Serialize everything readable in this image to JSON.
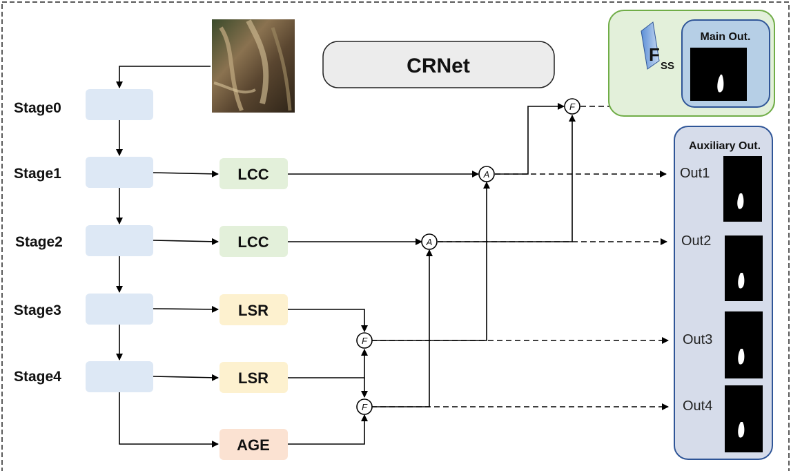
{
  "title": "CRNet",
  "stages": [
    "Stage0",
    "Stage1",
    "Stage2",
    "Stage3",
    "Stage4"
  ],
  "modules": {
    "lcc1": "LCC",
    "lcc2": "LCC",
    "lsr1": "LSR",
    "lsr2": "LSR",
    "age": "AGE"
  },
  "operators": {
    "f": "F",
    "a": "A"
  },
  "fss": {
    "letter": "F",
    "subscript": "SS"
  },
  "main_output": {
    "title": "Main Out."
  },
  "auxiliary": {
    "title": "Auxiliary Out.",
    "outputs": [
      "Out1",
      "Out2",
      "Out3",
      "Out4"
    ]
  },
  "colors": {
    "stage_box": "#dde8f5",
    "lcc": "#e3f0da",
    "lsr": "#fdf1cf",
    "age": "#fbe2d2",
    "title_box": "#ececec",
    "main_panel_outer": "#e3f0da",
    "main_panel_outer_border": "#70ad47",
    "main_panel_inner": "#b6cfe6",
    "main_panel_inner_border": "#2f5597",
    "aux_panel": "#d6dcea",
    "aux_panel_border": "#2f5597"
  }
}
